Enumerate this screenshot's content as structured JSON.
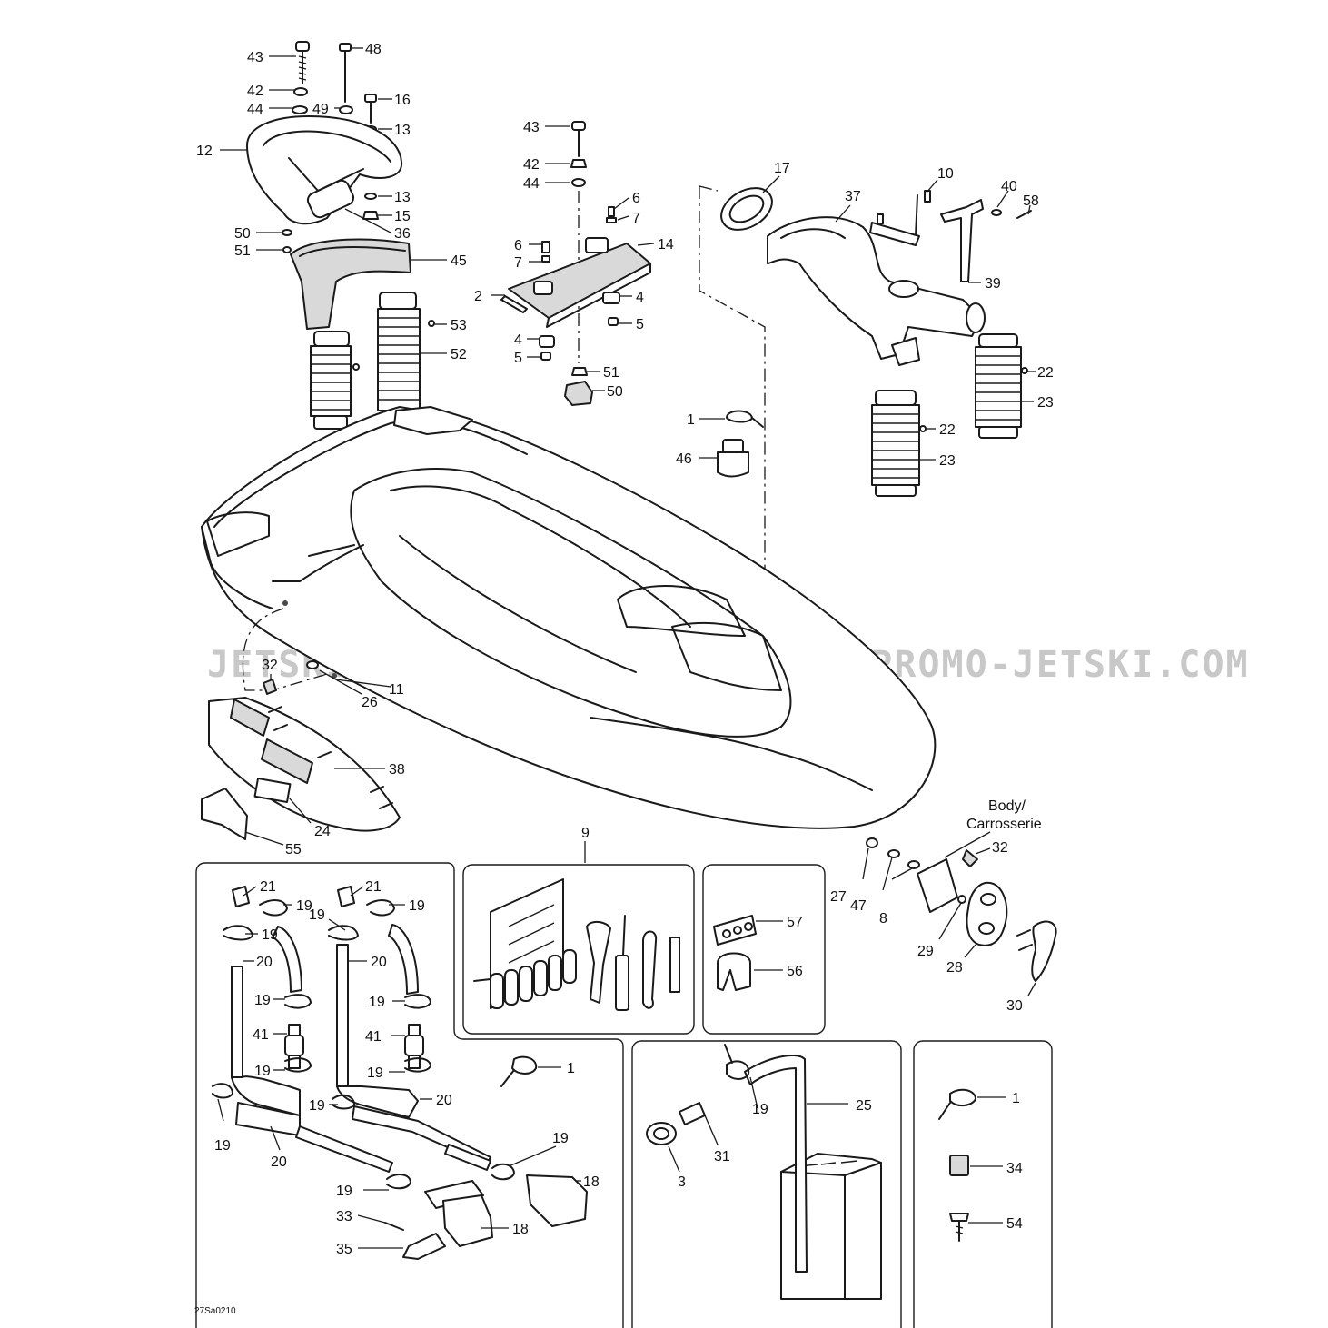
{
  "diagram_code": "27Sa0210",
  "watermark": "JETSKI.COM PROMO-JETSKI.COM PROMO-JETSKI.COM",
  "body_label_line1": "Body/",
  "body_label_line2": "Carrosserie",
  "callouts": {
    "c43a": "43",
    "c48": "48",
    "c42a": "42",
    "c44a": "44",
    "c49": "49",
    "c16": "16",
    "c13a": "13",
    "c12": "12",
    "c13b": "13",
    "c15": "15",
    "c36": "36",
    "c50a": "50",
    "c51a": "51",
    "c45": "45",
    "c53": "53",
    "c52": "52",
    "c43b": "43",
    "c42b": "42",
    "c44b": "44",
    "c6a": "6",
    "c7a": "7",
    "c14": "14",
    "c6b": "6",
    "c7b": "7",
    "c2": "2",
    "c4a": "4",
    "c5a": "5",
    "c4b": "4",
    "c5b": "5",
    "c51b": "51",
    "c50b": "50",
    "c17": "17",
    "c37": "37",
    "c10": "10",
    "c40": "40",
    "c58": "58",
    "c39": "39",
    "c22a": "22",
    "c23a": "23",
    "c22b": "22",
    "c23b": "23",
    "c1a": "1",
    "c46": "46",
    "c32a": "32",
    "c26": "26",
    "c11": "11",
    "c38": "38",
    "c24": "24",
    "c55": "55",
    "c9": "9",
    "c57": "57",
    "c56": "56",
    "c32b": "32",
    "c27": "27",
    "c47": "47",
    "c8": "8",
    "c29": "29",
    "c28": "28",
    "c30": "30",
    "c21a": "21",
    "c19a": "19",
    "c19b": "19",
    "c20a": "20",
    "c19c": "19",
    "c41a": "41",
    "c19d": "19",
    "c19e": "19",
    "c20b": "20",
    "c21b": "21",
    "c19f": "19",
    "c19g": "19",
    "c20c": "20",
    "c19h": "19",
    "c41b": "41",
    "c19i": "19",
    "c19j": "19",
    "c20d": "20",
    "c19k": "19",
    "c19l": "19",
    "c1b": "1",
    "c18a": "18",
    "c33": "33",
    "c35": "35",
    "c18b": "18",
    "c31": "31",
    "c3": "3",
    "c19m": "19",
    "c25": "25",
    "c1c": "1",
    "c34": "34",
    "c54": "54"
  }
}
